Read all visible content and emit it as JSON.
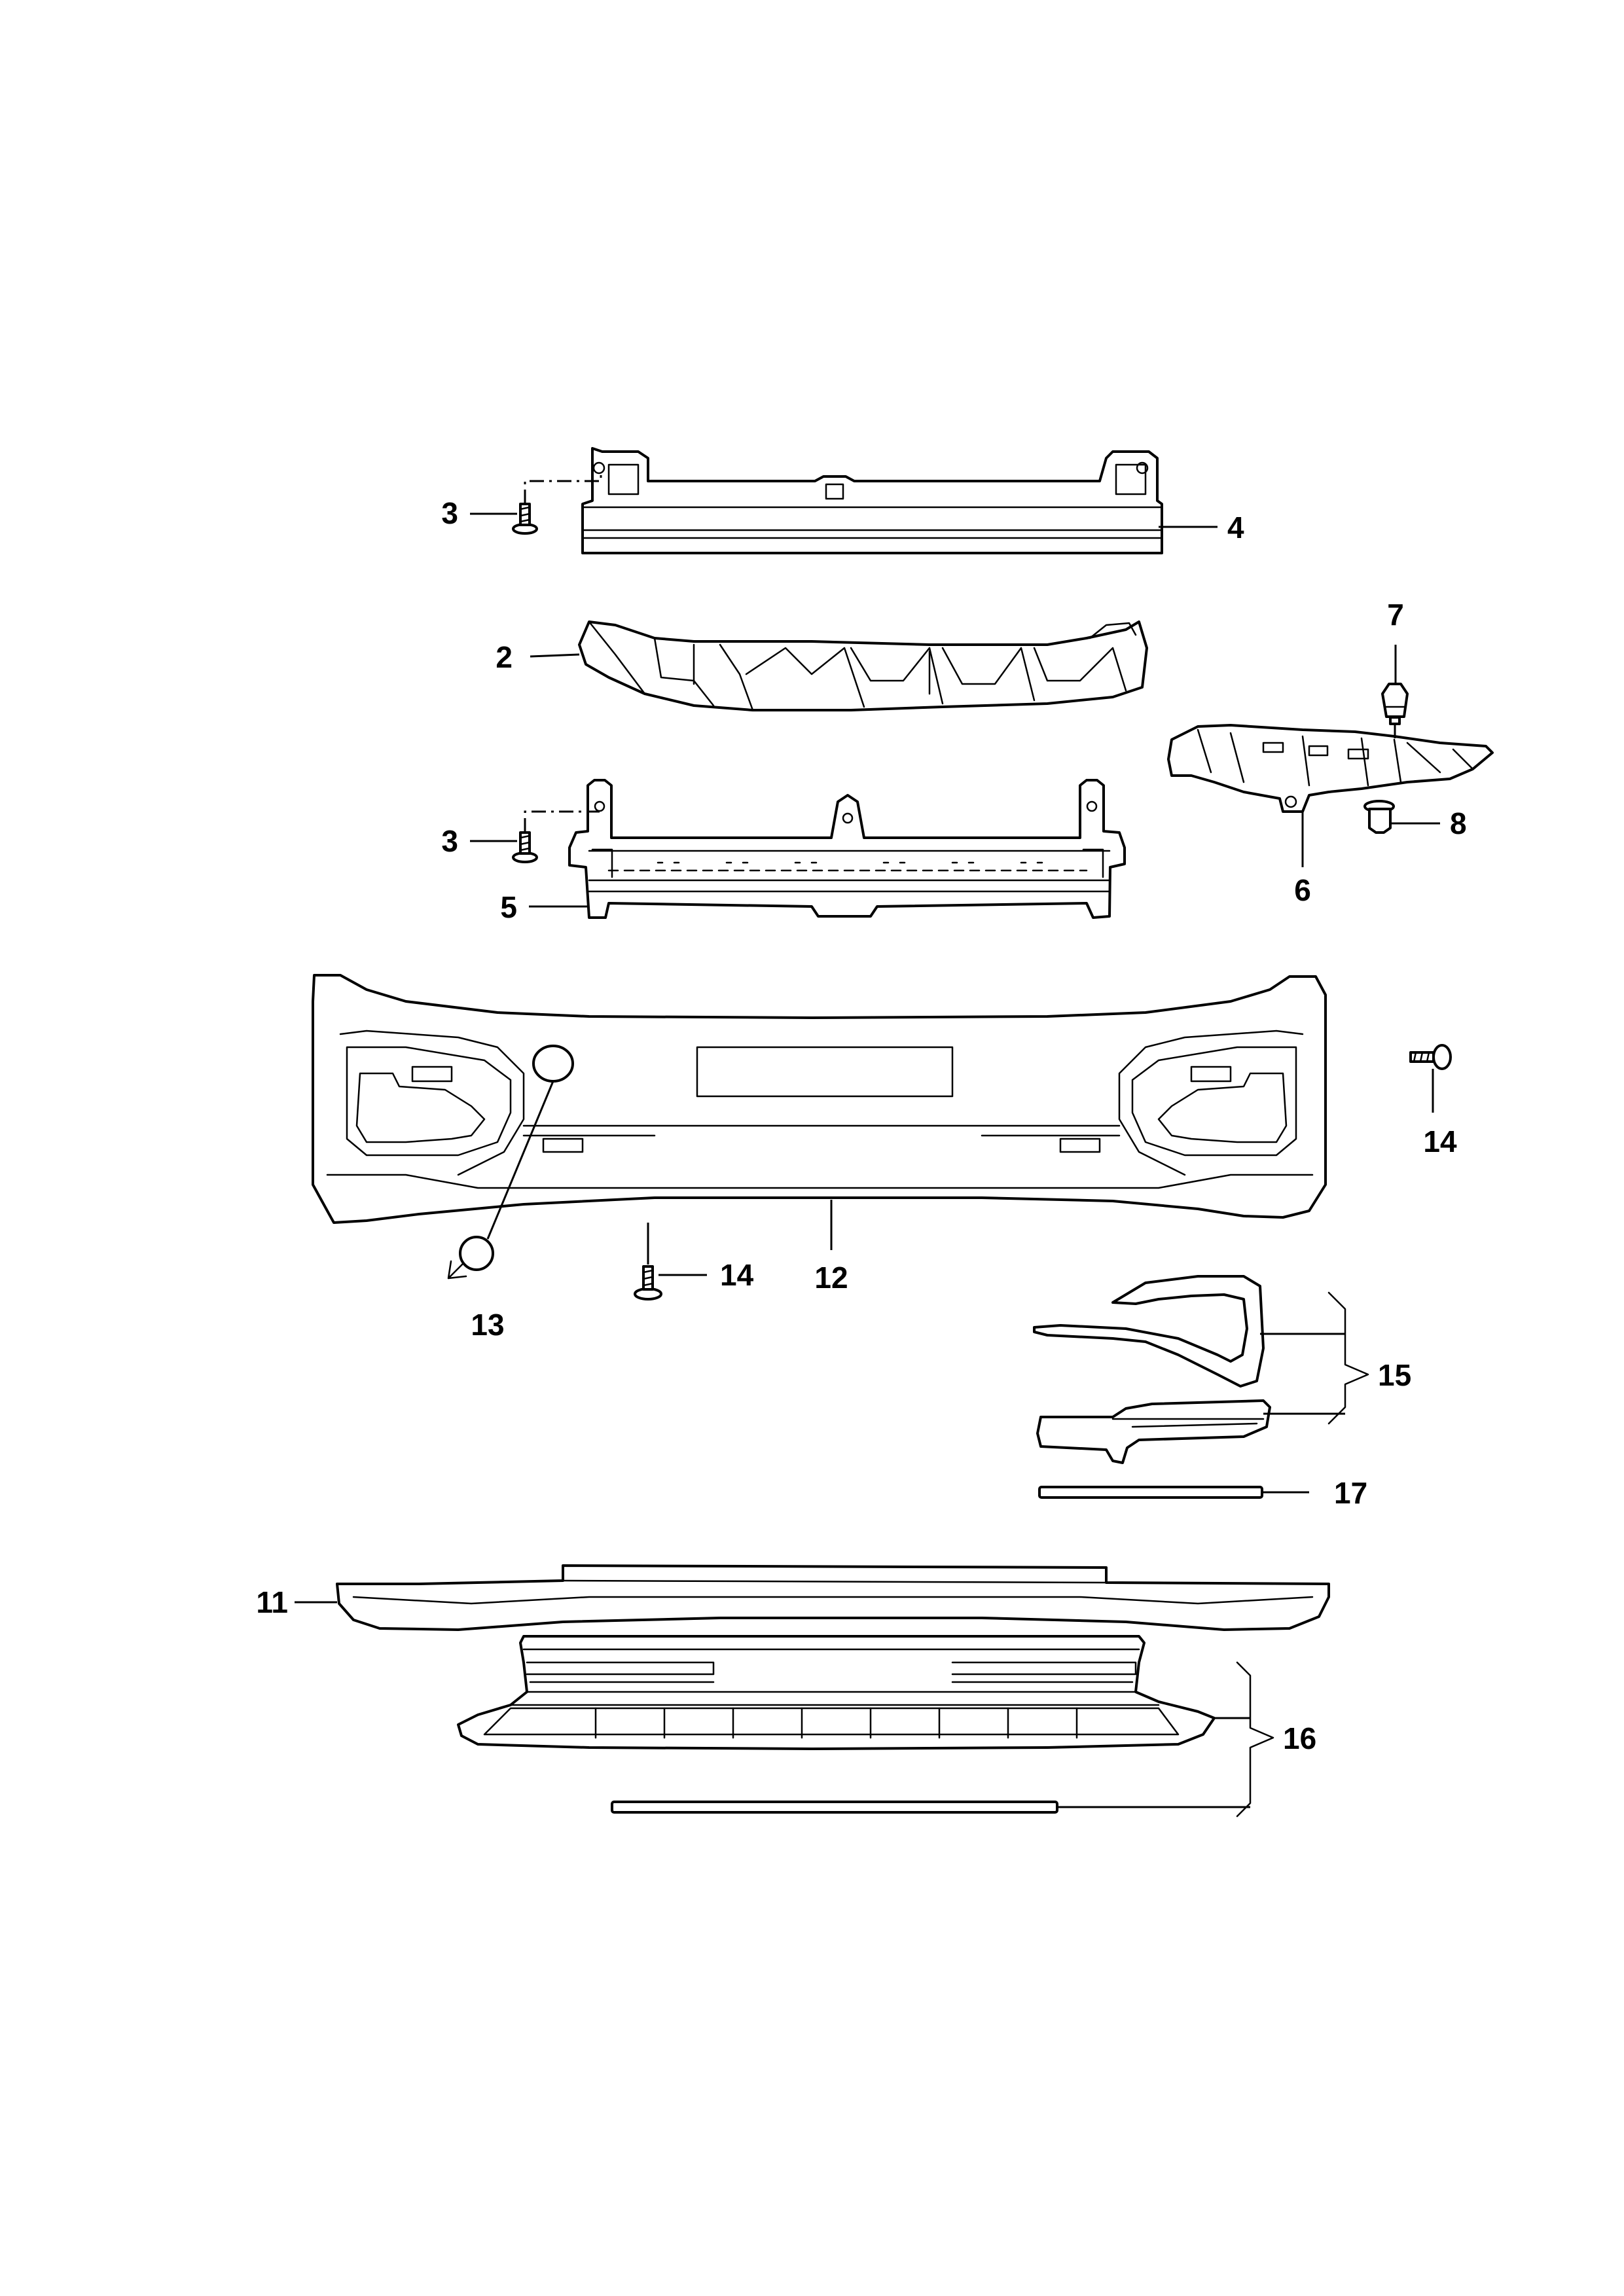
{
  "callouts": {
    "c2": "2",
    "c3a": "3",
    "c3b": "3",
    "c4": "4",
    "c5": "5",
    "c6": "6",
    "c7": "7",
    "c8": "8",
    "c11": "11",
    "c12": "12",
    "c13": "13",
    "c14a": "14",
    "c14b": "14",
    "c15": "15",
    "c16": "16",
    "c17": "17"
  }
}
